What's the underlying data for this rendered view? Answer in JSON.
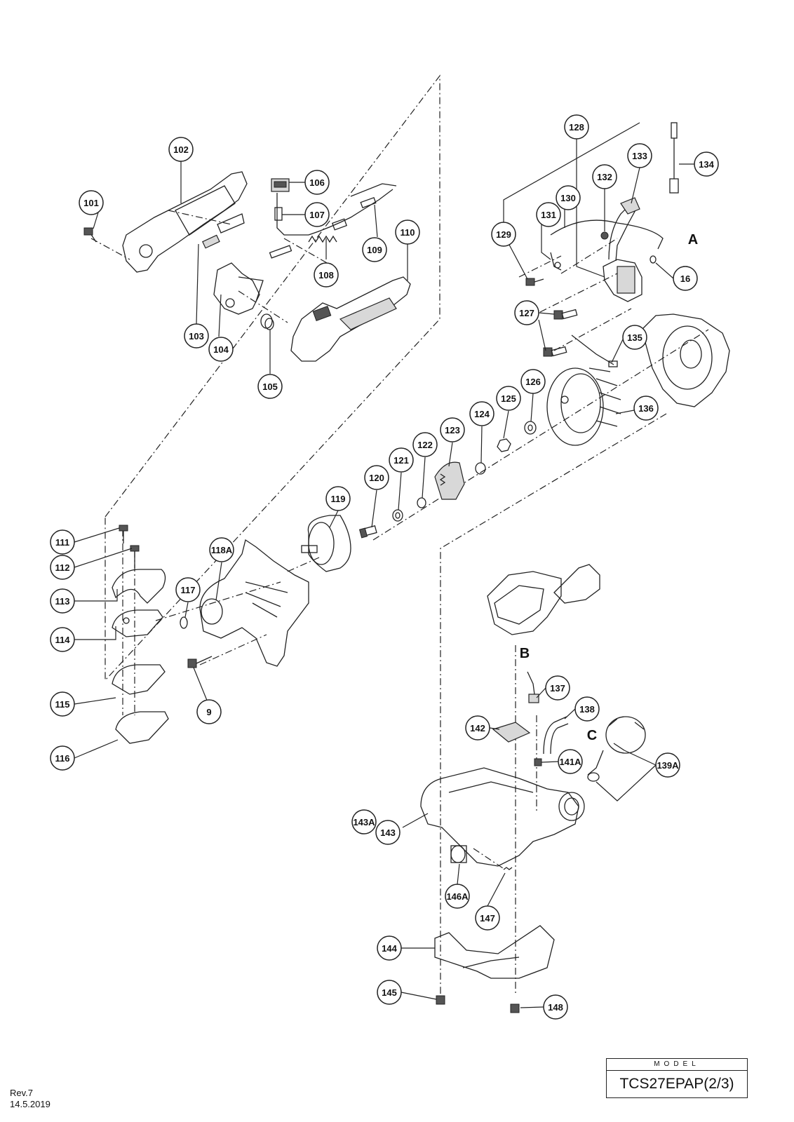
{
  "model": {
    "label": "MODEL",
    "name": "TCS27EPAP(2/3)"
  },
  "revision": {
    "rev": "Rev.7",
    "date": "14.5.2019"
  },
  "letters": [
    {
      "id": "A",
      "text": "A"
    },
    {
      "id": "B",
      "text": "B"
    },
    {
      "id": "C",
      "text": "C"
    }
  ],
  "callouts": [
    {
      "id": "101",
      "text": "101"
    },
    {
      "id": "102",
      "text": "102"
    },
    {
      "id": "103",
      "text": "103"
    },
    {
      "id": "104",
      "text": "104"
    },
    {
      "id": "105",
      "text": "105"
    },
    {
      "id": "106",
      "text": "106"
    },
    {
      "id": "107",
      "text": "107"
    },
    {
      "id": "108",
      "text": "108"
    },
    {
      "id": "109",
      "text": "109"
    },
    {
      "id": "110",
      "text": "110"
    },
    {
      "id": "111",
      "text": "111"
    },
    {
      "id": "112",
      "text": "112"
    },
    {
      "id": "113",
      "text": "113"
    },
    {
      "id": "114",
      "text": "114"
    },
    {
      "id": "115",
      "text": "115"
    },
    {
      "id": "116",
      "text": "116"
    },
    {
      "id": "117",
      "text": "117"
    },
    {
      "id": "118A",
      "text": "118A"
    },
    {
      "id": "9",
      "text": "9"
    },
    {
      "id": "119",
      "text": "119"
    },
    {
      "id": "120",
      "text": "120"
    },
    {
      "id": "121",
      "text": "121"
    },
    {
      "id": "122",
      "text": "122"
    },
    {
      "id": "123",
      "text": "123"
    },
    {
      "id": "124",
      "text": "124"
    },
    {
      "id": "125",
      "text": "125"
    },
    {
      "id": "126",
      "text": "126"
    },
    {
      "id": "127",
      "text": "127"
    },
    {
      "id": "128",
      "text": "128"
    },
    {
      "id": "129",
      "text": "129"
    },
    {
      "id": "130",
      "text": "130"
    },
    {
      "id": "131",
      "text": "131"
    },
    {
      "id": "132",
      "text": "132"
    },
    {
      "id": "133",
      "text": "133"
    },
    {
      "id": "134",
      "text": "134"
    },
    {
      "id": "135",
      "text": "135"
    },
    {
      "id": "136",
      "text": "136"
    },
    {
      "id": "16",
      "text": "16"
    },
    {
      "id": "137",
      "text": "137"
    },
    {
      "id": "138",
      "text": "138"
    },
    {
      "id": "139A",
      "text": "139A"
    },
    {
      "id": "141A",
      "text": "141A"
    },
    {
      "id": "142",
      "text": "142"
    },
    {
      "id": "143A",
      "text": "143A"
    },
    {
      "id": "143",
      "text": "143"
    },
    {
      "id": "144",
      "text": "144"
    },
    {
      "id": "145",
      "text": "145"
    },
    {
      "id": "146A",
      "text": "146A"
    },
    {
      "id": "147",
      "text": "147"
    },
    {
      "id": "148",
      "text": "148"
    }
  ]
}
